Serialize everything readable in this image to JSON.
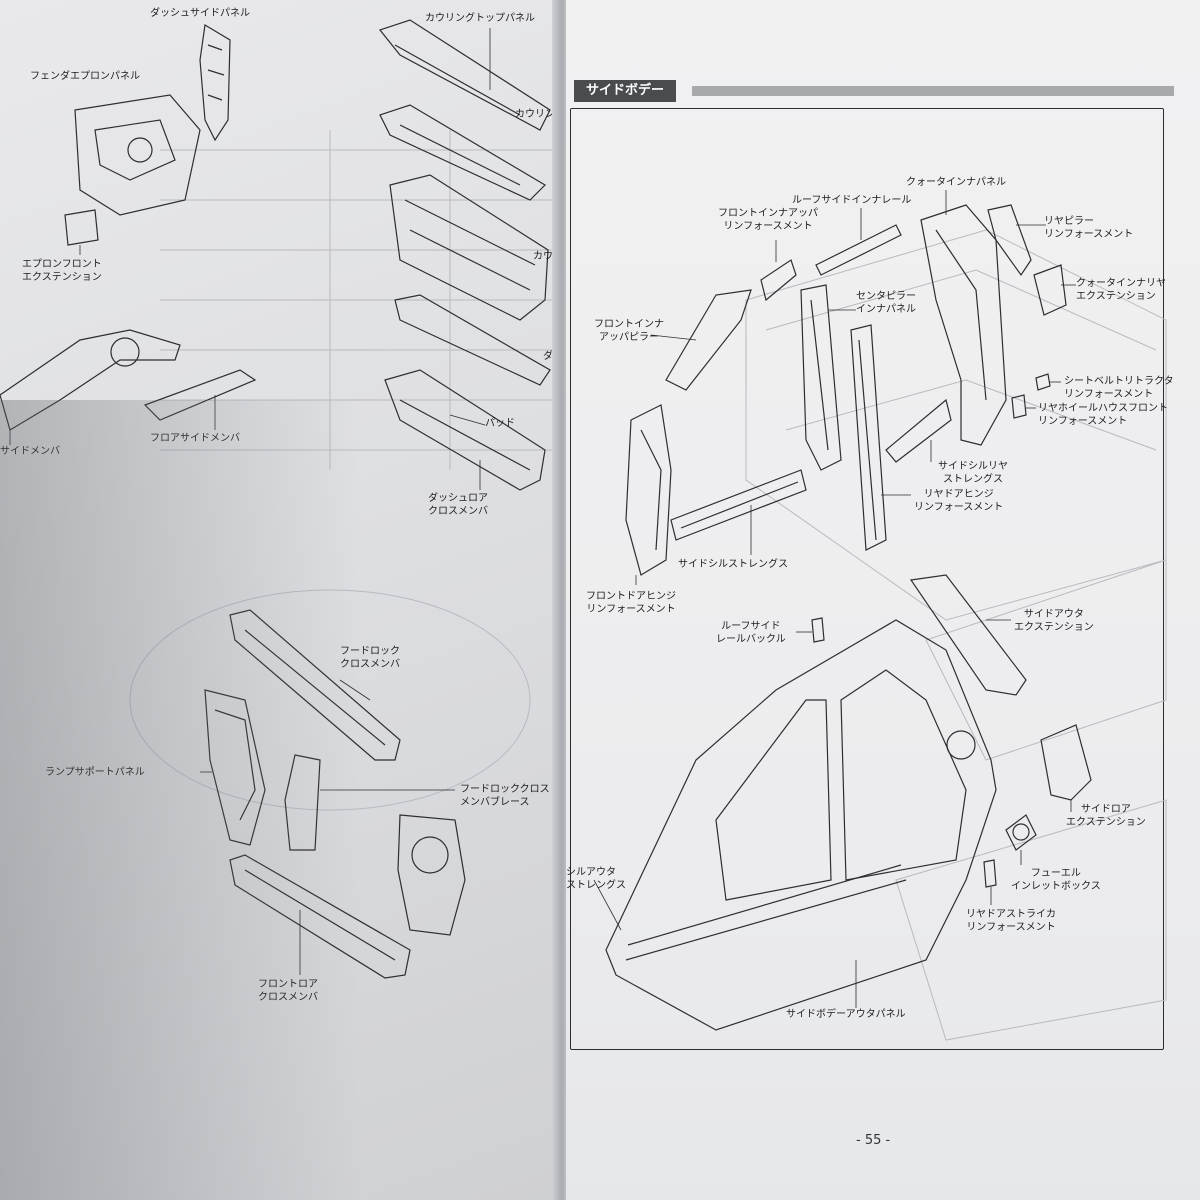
{
  "left_page": {
    "labels": [
      {
        "id": "dash-side-panel",
        "text": "ダッシュサイドパネル"
      },
      {
        "id": "fender-apron-panel",
        "text": "フェンダエプロンパネル"
      },
      {
        "id": "apron-front-extension",
        "text": "エプロンフロント\nエクステンション"
      },
      {
        "id": "cowling-top-panel",
        "text": "カウリングトップパネル"
      },
      {
        "id": "cowling-partial-1",
        "text": "カウリングフ"
      },
      {
        "id": "cowling-partial-2",
        "text": "カウリ"
      },
      {
        "id": "dash-partial",
        "text": "ダ"
      },
      {
        "id": "pad",
        "text": "パッド"
      },
      {
        "id": "dash-lower-cross-member",
        "text": "ダッシュロア\nクロスメンバ"
      },
      {
        "id": "side-member",
        "text": "サイドメンバ"
      },
      {
        "id": "floor-side-member",
        "text": "フロアサイドメンバ"
      },
      {
        "id": "hood-lock-cross-member",
        "text": "フードロック\nクロスメンバ"
      },
      {
        "id": "lamp-support-panel",
        "text": "ランプサポートパネル"
      },
      {
        "id": "hood-lock-cross-member-brace",
        "text": "フードロッククロス\nメンバブレース"
      },
      {
        "id": "front-lower-cross-member",
        "text": "フロントロア\nクロスメンバ"
      }
    ]
  },
  "right_page": {
    "section_title": "サイドボデー",
    "page_number": "- 55 -",
    "labels": [
      {
        "id": "quarter-inner-panel",
        "text": "クォータインナパネル"
      },
      {
        "id": "roof-side-inner-rail",
        "text": "ルーフサイドインナレール"
      },
      {
        "id": "front-inner-upper-reinforcement",
        "text": "フロントインナアッパ\nリンフォースメント"
      },
      {
        "id": "rear-pillar-reinforcement",
        "text": "リヤピラー\nリンフォースメント"
      },
      {
        "id": "center-pillar-inner-panel",
        "text": "センタピラー\nインナパネル"
      },
      {
        "id": "front-inner-upper-pillar",
        "text": "フロントインナ\nアッパピラー"
      },
      {
        "id": "quarter-inner-rear-extension",
        "text": "クォータインナリヤ\nエクステンション"
      },
      {
        "id": "seatbelt-retractor-reinforcement",
        "text": "シートベルトリトラクタ\nリンフォースメント"
      },
      {
        "id": "rear-wheel-house-front-reinforcement",
        "text": "リヤホイールハウスフロント\nリンフォースメント"
      },
      {
        "id": "side-sill-rear-strengths",
        "text": "サイドシルリヤ\nストレングス"
      },
      {
        "id": "rear-door-hinge-reinforcement",
        "text": "リヤドアヒンジ\nリンフォースメント"
      },
      {
        "id": "side-sill-strengths",
        "text": "サイドシルストレングス"
      },
      {
        "id": "front-door-hinge-reinforcement",
        "text": "フロントドアヒンジ\nリンフォースメント"
      },
      {
        "id": "side-outer-extension",
        "text": "サイドアウタ\nエクステンション"
      },
      {
        "id": "roof-side-rail-buckle",
        "text": "ルーフサイド\nレールバックル"
      },
      {
        "id": "side-lower-extension",
        "text": "サイドロア\nエクステンション"
      },
      {
        "id": "fuel-inlet-box",
        "text": "フューエル\nインレットボックス"
      },
      {
        "id": "sill-outer-strengths",
        "text": "シルアウタ\nストレングス"
      },
      {
        "id": "rear-door-striker-reinforcement",
        "text": "リヤドアストライカ\nリンフォースメント"
      },
      {
        "id": "side-body-outer-panel",
        "text": "サイドボデーアウタパネル"
      }
    ]
  }
}
